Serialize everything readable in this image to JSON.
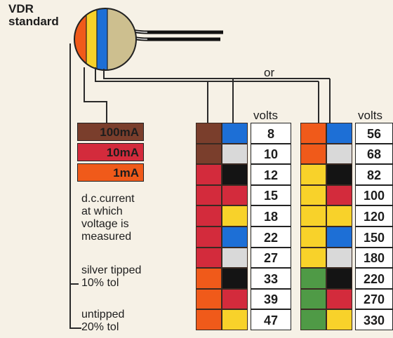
{
  "title": [
    "VDR",
    "standard"
  ],
  "connector_label": "or",
  "colors": {
    "brown": "#7a3e2c",
    "red": "#d32b3c",
    "orange": "#f05a1a",
    "yellow": "#f8d22a",
    "blue": "#1d6fd6",
    "grey": "#d9d9d9",
    "black": "#141414",
    "green": "#4f9a46",
    "tan": "#cdbf8f"
  },
  "current_legend": [
    {
      "label": "100mA",
      "color": "brown"
    },
    {
      "label": "10mA",
      "color": "red"
    },
    {
      "label": "1mA",
      "color": "orange"
    }
  ],
  "legend_description": [
    "d.c.current",
    "at which",
    "voltage is",
    "measured"
  ],
  "tolerances": [
    {
      "lines": [
        "silver tipped",
        "10% tol"
      ]
    },
    {
      "lines": [
        "untipped",
        "20% tol"
      ]
    }
  ],
  "tables": [
    {
      "header": "volts",
      "rows": [
        {
          "c1": "brown",
          "c2": "blue",
          "volts": "8"
        },
        {
          "c1": "brown",
          "c2": "grey",
          "volts": "10"
        },
        {
          "c1": "red",
          "c2": "black",
          "volts": "12"
        },
        {
          "c1": "red",
          "c2": "red",
          "volts": "15"
        },
        {
          "c1": "red",
          "c2": "yellow",
          "volts": "18"
        },
        {
          "c1": "red",
          "c2": "blue",
          "volts": "22"
        },
        {
          "c1": "red",
          "c2": "grey",
          "volts": "27"
        },
        {
          "c1": "orange",
          "c2": "black",
          "volts": "33"
        },
        {
          "c1": "orange",
          "c2": "red",
          "volts": "39"
        },
        {
          "c1": "orange",
          "c2": "yellow",
          "volts": "47"
        }
      ]
    },
    {
      "header": "volts",
      "rows": [
        {
          "c1": "orange",
          "c2": "blue",
          "volts": "56"
        },
        {
          "c1": "orange",
          "c2": "grey",
          "volts": "68"
        },
        {
          "c1": "yellow",
          "c2": "black",
          "volts": "82"
        },
        {
          "c1": "yellow",
          "c2": "red",
          "volts": "100"
        },
        {
          "c1": "yellow",
          "c2": "yellow",
          "volts": "120"
        },
        {
          "c1": "yellow",
          "c2": "blue",
          "volts": "150"
        },
        {
          "c1": "yellow",
          "c2": "grey",
          "volts": "180"
        },
        {
          "c1": "green",
          "c2": "black",
          "volts": "220"
        },
        {
          "c1": "green",
          "c2": "red",
          "volts": "270"
        },
        {
          "c1": "green",
          "c2": "yellow",
          "volts": "330"
        }
      ]
    }
  ]
}
